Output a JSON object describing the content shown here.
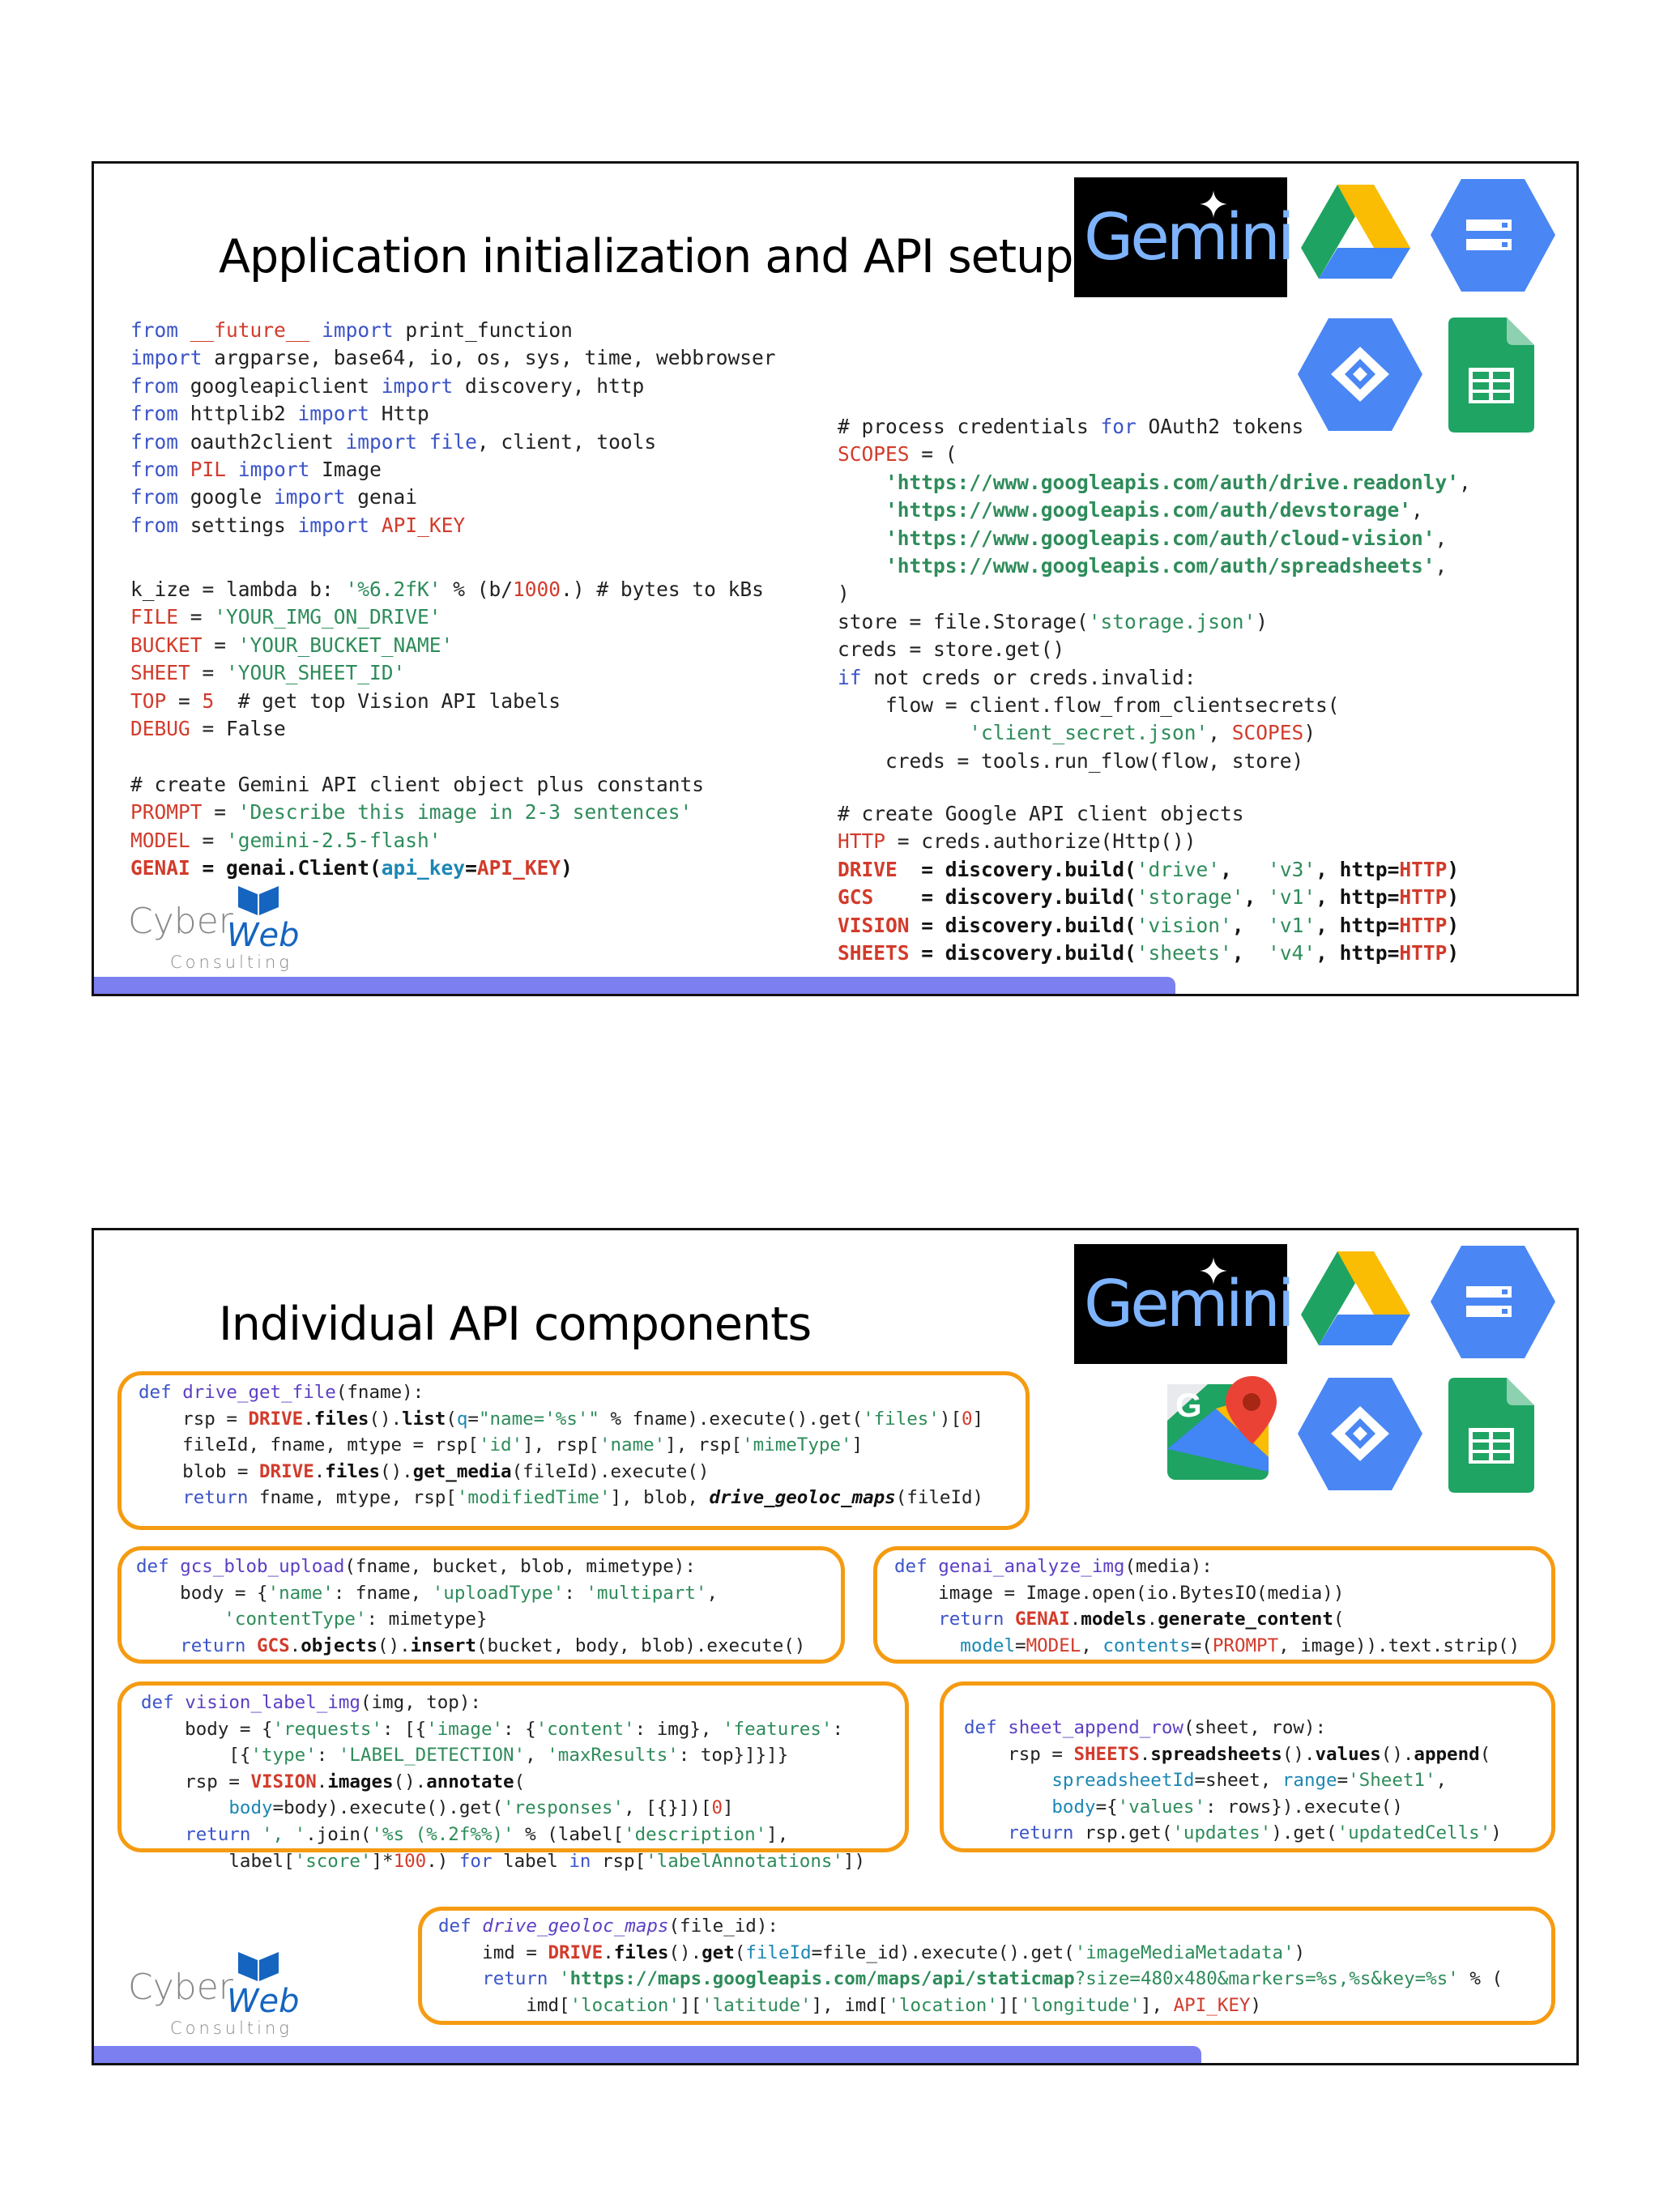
{
  "slide1": {
    "title": "Application initialization and API setup",
    "gemini_logo_text": "Gemini",
    "cyberweb": {
      "cyber": "Cyber",
      "web": "Web",
      "consulting": "Consulting"
    },
    "icons": [
      "gemini-logo",
      "google-drive-icon",
      "cloud-storage-icon",
      "cloud-vision-icon",
      "google-sheets-icon"
    ]
  },
  "slide2": {
    "title": "Individual API components",
    "gemini_logo_text": "Gemini",
    "cyberweb": {
      "cyber": "Cyber",
      "web": "Web",
      "consulting": "Consulting"
    },
    "icons": [
      "gemini-logo",
      "google-drive-icon",
      "cloud-storage-icon",
      "google-maps-icon",
      "cloud-vision-icon",
      "google-sheets-icon"
    ]
  },
  "colors": {
    "accent_bar": "#7b7ff0",
    "box_border": "#f59b12",
    "keyword": "#3c54c8",
    "string": "#2e8c5a",
    "constant": "#d23b2b"
  }
}
